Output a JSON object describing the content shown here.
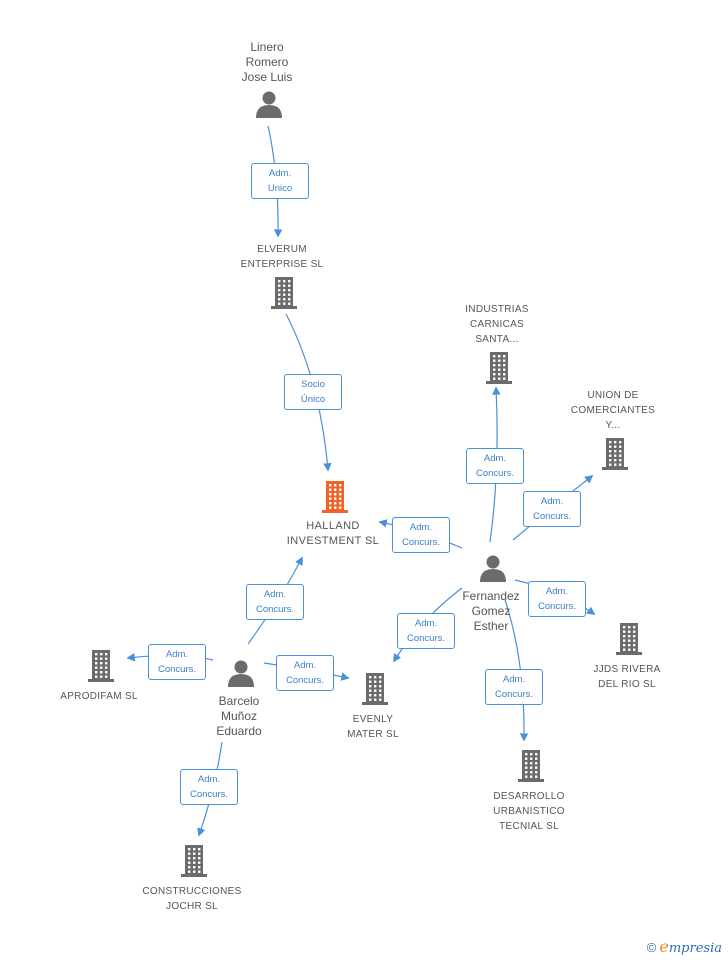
{
  "nodes": [
    {
      "id": "linero",
      "kind": "person",
      "label": "Linero\nRomero\nJose Luis"
    },
    {
      "id": "elverum",
      "kind": "company",
      "label": "ELVERUM\nENTERPRISE SL"
    },
    {
      "id": "halland",
      "kind": "focus",
      "label": "HALLAND\nINVESTMENT SL"
    },
    {
      "id": "industrias",
      "kind": "company",
      "label": "INDUSTRIAS\nCARNICAS\nSANTA..."
    },
    {
      "id": "union",
      "kind": "company",
      "label": "UNION DE\nCOMERCIANTES\nY..."
    },
    {
      "id": "fernandez",
      "kind": "person",
      "label": "Fernandez\nGomez\nEsther"
    },
    {
      "id": "jjds",
      "kind": "company",
      "label": "JJDS RIVERA\nDEL RIO  SL"
    },
    {
      "id": "evenly",
      "kind": "company",
      "label": "EVENLY\nMATER SL"
    },
    {
      "id": "desarrollo",
      "kind": "company",
      "label": "DESARROLLO\nURBANISTICO\nTECNIAL SL"
    },
    {
      "id": "barcelo",
      "kind": "person",
      "label": "Barcelo\nMuñoz\nEduardo"
    },
    {
      "id": "aprodifam",
      "kind": "company",
      "label": "APRODIFAM SL"
    },
    {
      "id": "construcciones",
      "kind": "company",
      "label": "CONSTRUCCIONES\nJOCHR SL"
    }
  ],
  "edges": [
    {
      "from": "linero",
      "to": "elverum",
      "label": "Adm.\nUnico"
    },
    {
      "from": "elverum",
      "to": "halland",
      "label": "Socio\nÚnico"
    },
    {
      "from": "fernandez",
      "to": "halland",
      "label": "Adm.\nConcurs."
    },
    {
      "from": "fernandez",
      "to": "industrias",
      "label": "Adm.\nConcurs."
    },
    {
      "from": "fernandez",
      "to": "union",
      "label": "Adm.\nConcurs."
    },
    {
      "from": "fernandez",
      "to": "jjds",
      "label": "Adm.\nConcurs."
    },
    {
      "from": "fernandez",
      "to": "evenly",
      "label": "Adm.\nConcurs."
    },
    {
      "from": "fernandez",
      "to": "desarrollo",
      "label": "Adm.\nConcurs."
    },
    {
      "from": "barcelo",
      "to": "halland",
      "label": "Adm.\nConcurs."
    },
    {
      "from": "barcelo",
      "to": "aprodifam",
      "label": "Adm.\nConcurs."
    },
    {
      "from": "barcelo",
      "to": "evenly",
      "label": "Adm.\nConcurs."
    },
    {
      "from": "barcelo",
      "to": "construcciones",
      "label": "Adm.\nConcurs."
    }
  ],
  "colors": {
    "edge": "#4a90d9",
    "icon": "#6b6b6b",
    "focus_icon": "#f0642a",
    "label": "#555555",
    "edge_label": "#3a7fc8"
  },
  "footer": {
    "copyright_symbol": "©",
    "brand_initial": "e",
    "brand_rest": "mpresia"
  }
}
